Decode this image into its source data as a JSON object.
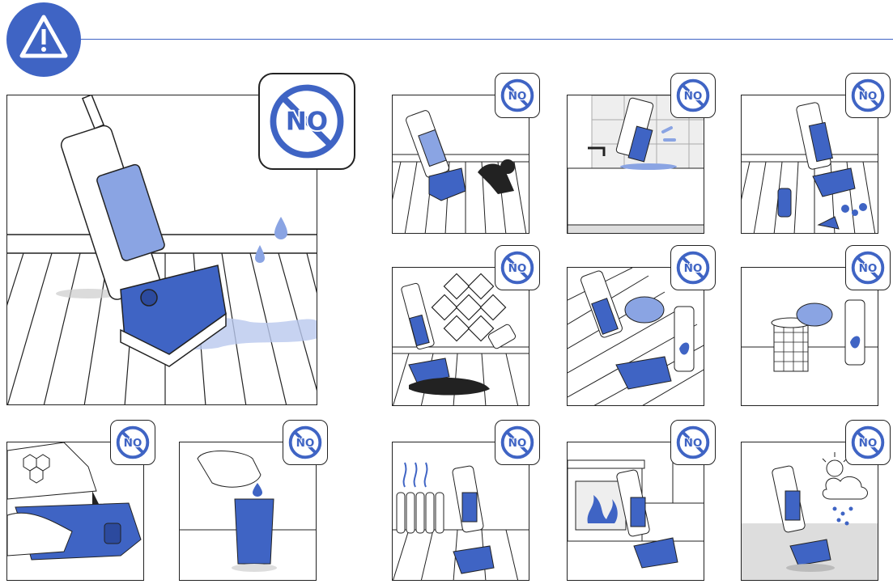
{
  "colors": {
    "accent": "#3f64c4",
    "accent_light": "#b9c8ee",
    "line": "#222222"
  },
  "icons": {
    "header": "warning-triangle-icon",
    "badge": "no-sign-icon"
  },
  "badge_text": "NO",
  "panels": [
    {
      "name": "panel-water-spill",
      "badge": "NO"
    },
    {
      "name": "panel-child-near-mop",
      "badge": "NO"
    },
    {
      "name": "panel-bathtub-water",
      "badge": "NO"
    },
    {
      "name": "panel-cleaning-liquids",
      "badge": "NO"
    },
    {
      "name": "panel-hazardous-chemicals",
      "badge": "NO"
    },
    {
      "name": "panel-aerosol-spray-on-mop",
      "badge": "NO"
    },
    {
      "name": "panel-aerosol-spray-on-dustbin",
      "badge": "NO"
    },
    {
      "name": "panel-pour-into-handle",
      "badge": "NO"
    },
    {
      "name": "panel-pour-into-pouch",
      "badge": "NO"
    },
    {
      "name": "panel-near-radiator",
      "badge": "NO"
    },
    {
      "name": "panel-near-fireplace",
      "badge": "NO"
    },
    {
      "name": "panel-outdoors-weather",
      "badge": "NO"
    }
  ]
}
